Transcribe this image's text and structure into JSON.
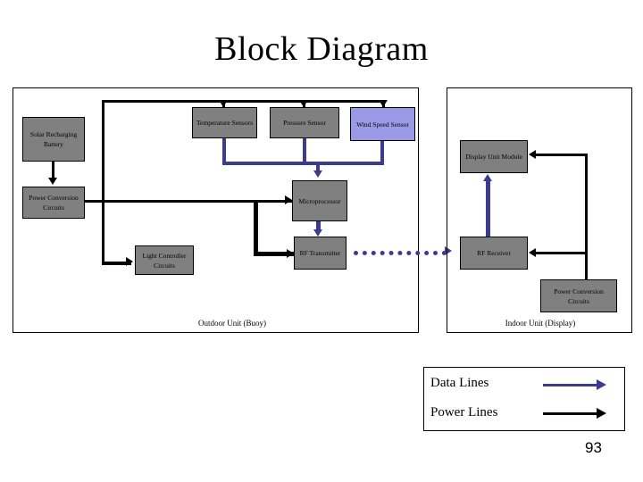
{
  "slide": {
    "title": "Block Diagram",
    "page_number": "93"
  },
  "panels": {
    "outdoor": {
      "label": "Outdoor Unit (Buoy)"
    },
    "indoor": {
      "label": "Indoor Unit (Display)"
    }
  },
  "blocks": {
    "solar_battery": {
      "label": "Solar Recharging Battery",
      "fill": "#808080"
    },
    "power_conversion_outdoor": {
      "label": "Power Conversion Circuits",
      "fill": "#808080"
    },
    "temperature_sensors": {
      "label": "Temperature Sensors",
      "fill": "#808080"
    },
    "pressure_sensor": {
      "label": "Pressure Sensor",
      "fill": "#808080"
    },
    "wind_speed_sensor": {
      "label": "Wind Speed Sensor",
      "fill": "#9999e6"
    },
    "microprocessor": {
      "label": "Microprocessor",
      "fill": "#808080"
    },
    "rf_transmitter": {
      "label": "RF Transmitter",
      "fill": "#808080"
    },
    "light_controller": {
      "label": "Light Controller Circuits",
      "fill": "#808080"
    },
    "display_unit": {
      "label": "Display Unit Module",
      "fill": "#808080"
    },
    "rf_receiver": {
      "label": "RF Receiver",
      "fill": "#808080"
    },
    "power_conversion_indoor": {
      "label": "Power Conversion Circuits",
      "fill": "#808080"
    }
  },
  "legend": {
    "data_lines_label": "Data Lines",
    "power_lines_label": "Power Lines",
    "data_color": "#3b3b8f",
    "power_color": "#000000"
  }
}
